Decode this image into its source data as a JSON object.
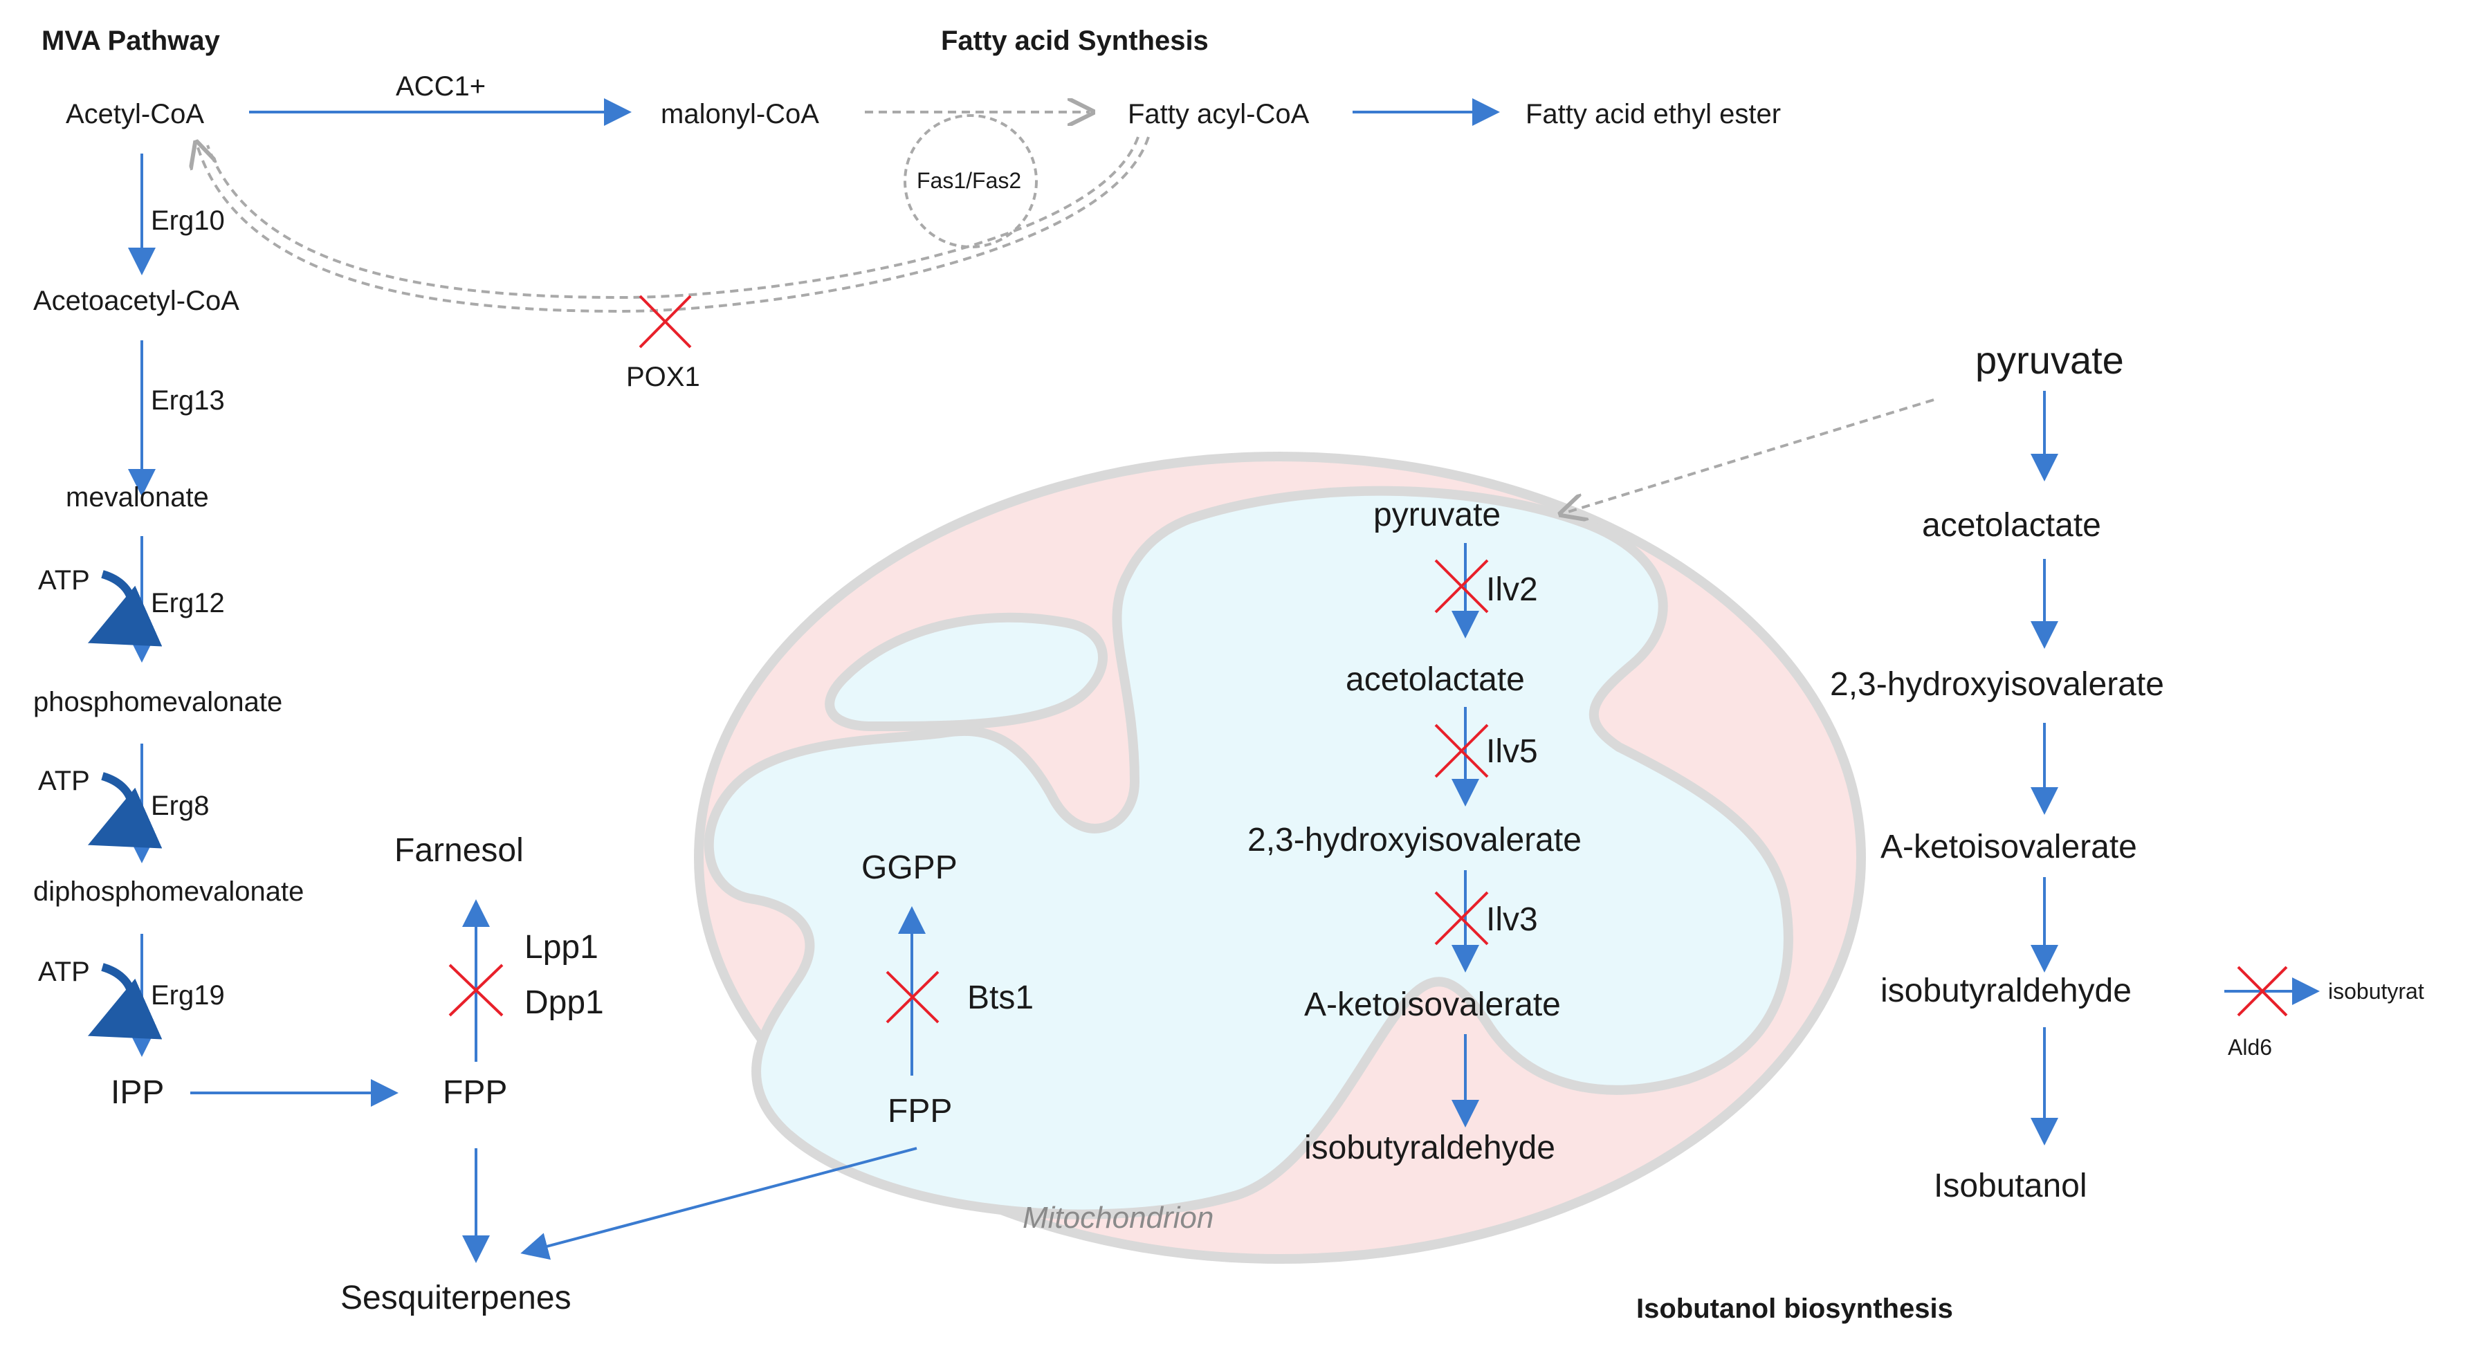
{
  "sections": {
    "mva": "MVA Pathway",
    "fatty": "Fatty acid Synthesis",
    "isobutanol": "Isobutanol biosynthesis",
    "mito": "Mitochondrion"
  },
  "mva": {
    "acetyl_coa": "Acetyl-CoA",
    "erg10": "Erg10",
    "acetoacetyl_coa": "Acetoacetyl-CoA",
    "erg13": "Erg13",
    "mevalonate": "mevalonate",
    "atp1": "ATP",
    "erg12": "Erg12",
    "phosphomevalonate": "phosphomevalonate",
    "atp2": "ATP",
    "erg8": "Erg8",
    "diphosphomevalonate": "diphosphomevalonate",
    "atp3": "ATP",
    "erg19": "Erg19",
    "ipp": "IPP",
    "fpp": "FPP",
    "farnesol": "Farnesol",
    "lpp1": "Lpp1",
    "dpp1": "Dpp1",
    "sesquiterpenes": "Sesquiterpenes"
  },
  "fatty": {
    "acc1": "ACC1+",
    "malonyl_coa": "malonyl-CoA",
    "fatty_acyl_coa": "Fatty acyl-CoA",
    "ester": "Fatty acid ethyl ester",
    "fas": "Fas1/Fas2",
    "pox1": "POX1"
  },
  "mito": {
    "pyruvate": "pyruvate",
    "ilv2": "Ilv2",
    "acetolactate": "acetolactate",
    "ilv5": "Ilv5",
    "hydroxy": "2,3-hydroxyisovalerate",
    "ilv3": "Ilv3",
    "keto": "A-ketoisovalerate",
    "aldehyde": "isobutyraldehyde",
    "ggpp": "GGPP",
    "bts1": "Bts1",
    "fpp": "FPP"
  },
  "cyto": {
    "pyruvate": "pyruvate",
    "acetolactate": "acetolactate",
    "hydroxy": "2,3-hydroxyisovalerate",
    "keto": "A-ketoisovalerate",
    "aldehyde": "isobutyraldehyde",
    "isobutyrate": "isobutyrat",
    "ald6": "Ald6",
    "isobutanol": "Isobutanol"
  },
  "colors": {
    "arrow": "#3a7bd0",
    "knockout": "#e8202a",
    "mito_outer": "#fbe4e4",
    "mito_inner": "#e8f8fc",
    "dashed": "#a9a9a9"
  }
}
